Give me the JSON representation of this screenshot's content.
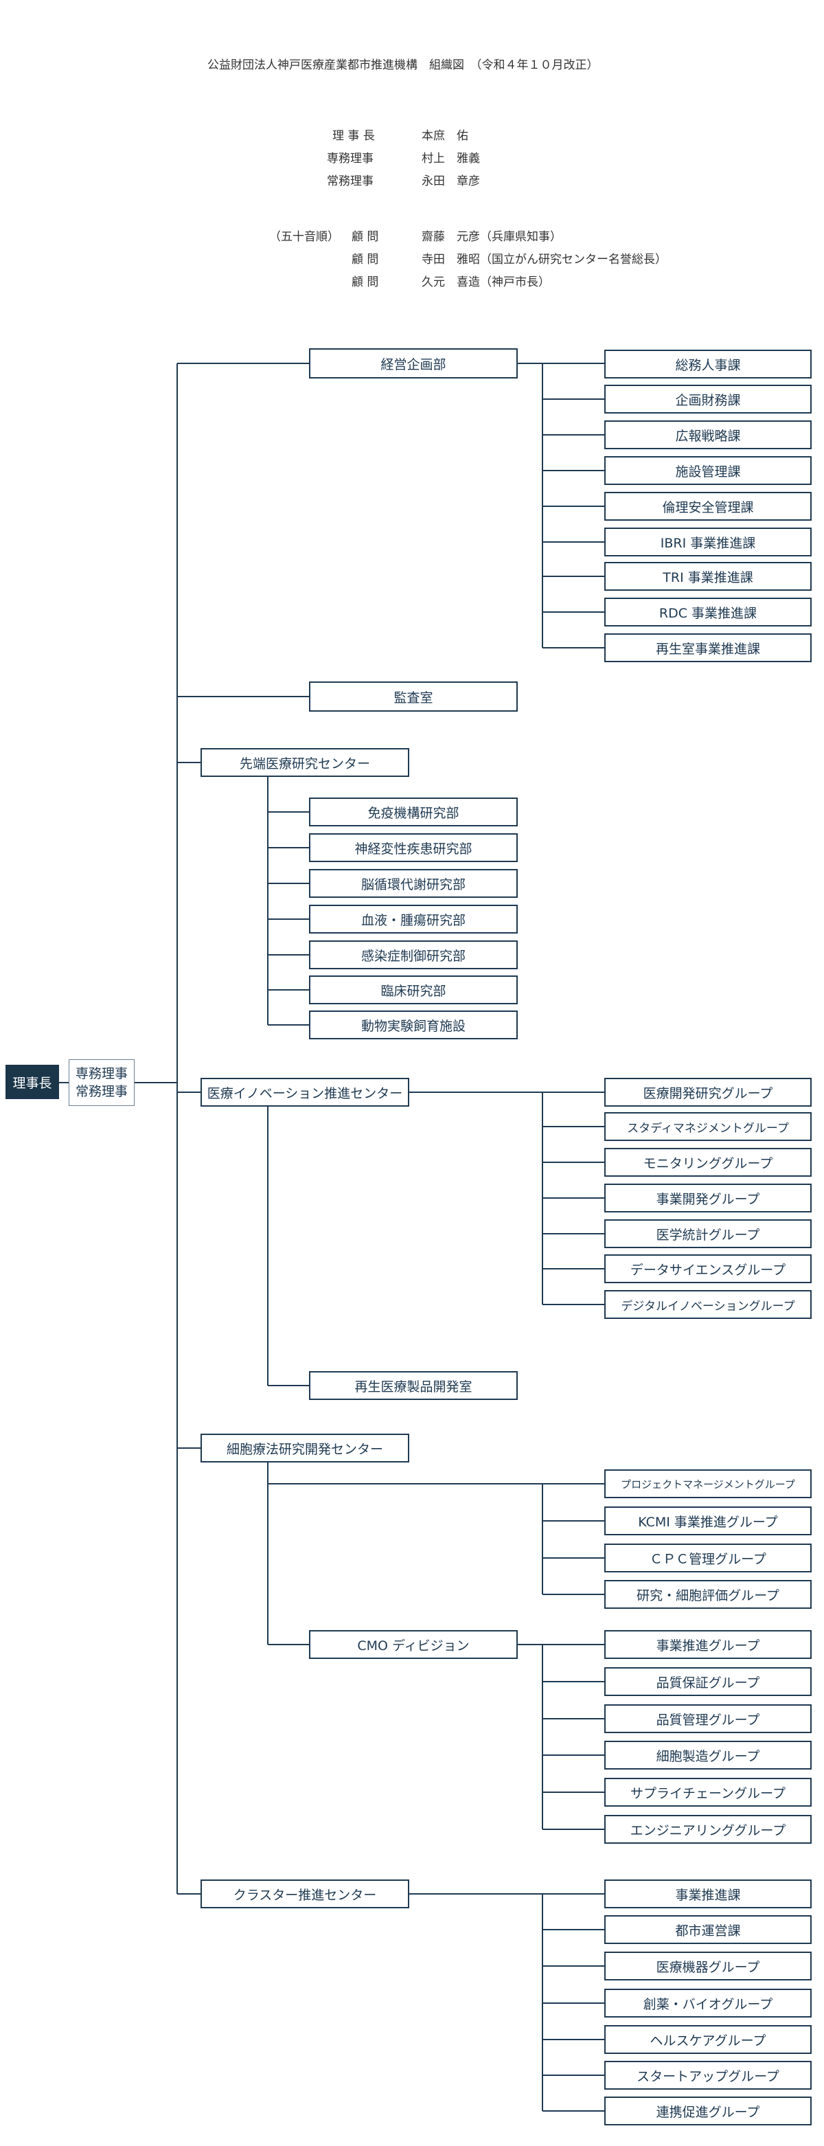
{
  "header": {
    "title": "公益財団法人神戸医療産業都市推進機構　組織図　（令和４年１０月改正）"
  },
  "officers": [
    {
      "role": "理 事 長",
      "name": "本庶　佑"
    },
    {
      "role": "専務理事",
      "name": "村上　雅義"
    },
    {
      "role": "常務理事",
      "name": "永田　章彦"
    }
  ],
  "advisors": {
    "note": "（五十音順）",
    "items": [
      {
        "role": "顧 問",
        "name": "齋藤　元彦（兵庫県知事）"
      },
      {
        "role": "顧 問",
        "name": "寺田　雅昭（国立がん研究センター名誉総長）"
      },
      {
        "role": "顧 問",
        "name": "久元　喜造（神戸市長）"
      }
    ]
  },
  "root": {
    "label": "理事長"
  },
  "executive": {
    "line1": "専務理事",
    "line2": "常務理事"
  },
  "divisions": {
    "keiei": {
      "label": "経営企画部",
      "sections": [
        "総務人事課",
        "企画財務課",
        "広報戦略課",
        "施設管理課",
        "倫理安全管理課",
        "IBRI 事業推進課",
        "TRI 事業推進課",
        "RDC 事業推進課",
        "再生室事業推進課"
      ]
    },
    "kansa": {
      "label": "監査室"
    },
    "sentan": {
      "label": "先端医療研究センター",
      "sections": [
        "免疫機構研究部",
        "神経変性疾患研究部",
        "脳循環代謝研究部",
        "血液・腫瘍研究部",
        "感染症制御研究部",
        "臨床研究部",
        "動物実験飼育施設"
      ]
    },
    "innovation": {
      "label": "医療イノベーション推進センター",
      "sections": [
        "医療開発研究グループ",
        "スタディマネジメントグループ",
        "モニタリンググループ",
        "事業開発グループ",
        "医学統計グループ",
        "データサイエンスグループ",
        "デジタルイノベーショングループ"
      ],
      "sub": "再生医療製品開発室"
    },
    "saibo": {
      "label": "細胞療法研究開発センター",
      "sections": [
        "プロジェクトマネージメントグループ",
        "KCMI 事業推進グループ",
        "ＣＰＣ管理グループ",
        "研究・細胞評価グループ"
      ],
      "cmo": {
        "label": "CMO ディビジョン",
        "sections": [
          "事業推進グループ",
          "品質保証グループ",
          "品質管理グループ",
          "細胞製造グループ",
          "サプライチェーングループ",
          "エンジニアリンググループ"
        ]
      }
    },
    "cluster": {
      "label": "クラスター推進センター",
      "sections": [
        "事業推進課",
        "都市運営課",
        "医療機器グループ",
        "創薬・バイオグループ",
        "ヘルスケアグループ",
        "スタートアップグループ",
        "連携促進グループ"
      ]
    }
  }
}
